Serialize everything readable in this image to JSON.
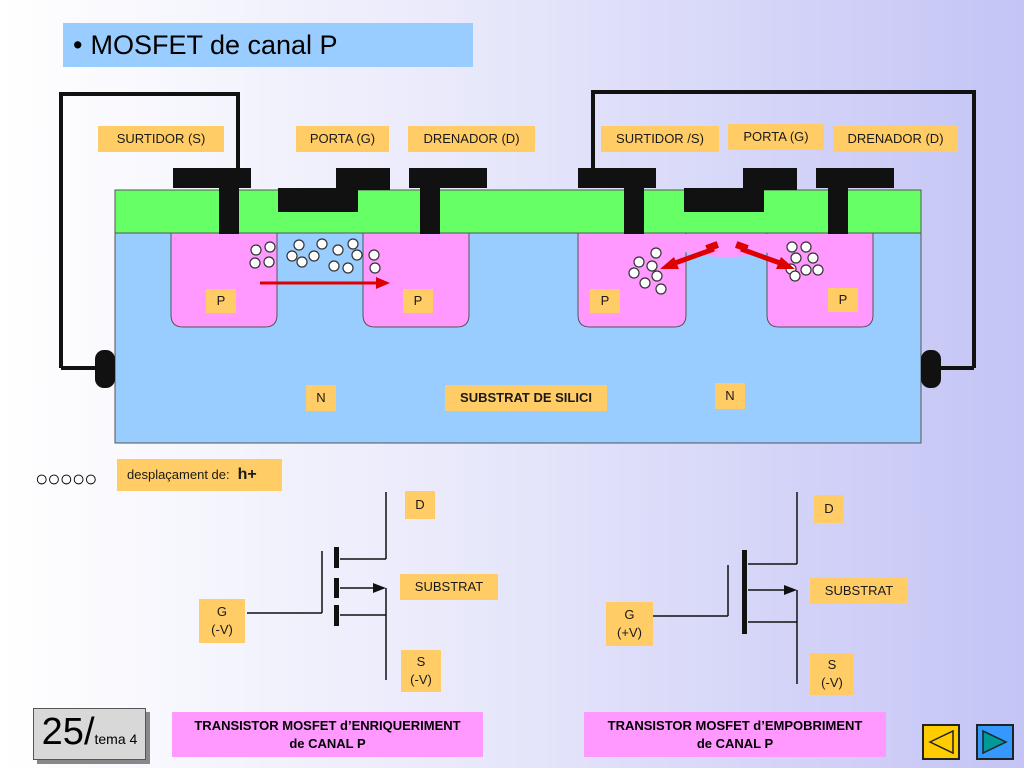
{
  "title": {
    "bullet": "•",
    "text": "MOSFET de canal P"
  },
  "left_transistor": {
    "source_label": "SURTIDOR (S)",
    "gate_label": "PORTA (G)",
    "drain_label": "DRENADOR (D)"
  },
  "right_transistor": {
    "source_label": "SURTIDOR /S)",
    "gate_label": "PORTA (G)",
    "drain_label": "DRENADOR (D)"
  },
  "regions": {
    "p1": "P",
    "p2": "P",
    "p3": "P",
    "p4": "P",
    "n_left": "N",
    "n_right": "N",
    "substrate": "SUBSTRAT DE SILICI"
  },
  "legend": {
    "circles": "○○○○○",
    "text": "desplaçament de:",
    "carrier": "h+"
  },
  "symbol_enhancement": {
    "d": "D",
    "substrat": "SUBSTRAT",
    "g": "G\n(-V)",
    "s": "S\n(-V)",
    "caption_line1": "TRANSISTOR MOSFET d’ENRIQUERIMENT",
    "caption_line2": "de CANAL P"
  },
  "symbol_depletion": {
    "d": "D",
    "substrat": "SUBSTRAT",
    "g": "G\n(+V)",
    "s": "S\n(-V)",
    "caption_line1": "TRANSISTOR MOSFET d’EMPOBRIMENT",
    "caption_line2": "de CANAL P"
  },
  "page": {
    "number": "25/",
    "topic": "tema 4"
  },
  "colors": {
    "oxide": "#66ff66",
    "substrate": "#99ccff",
    "p_region": "#ff99ff",
    "label": "#ffcc66",
    "metal": "#111111",
    "arrow": "#dd0000"
  },
  "icons": {
    "prev": "triangle-left-icon",
    "next": "triangle-right-icon"
  }
}
